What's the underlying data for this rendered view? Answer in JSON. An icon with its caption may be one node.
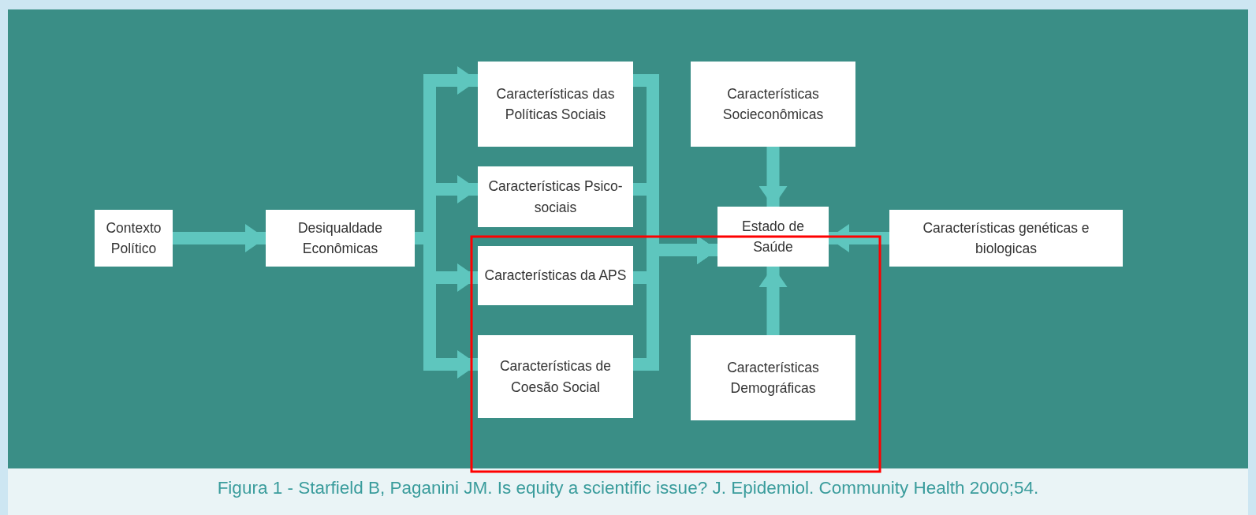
{
  "diagram": {
    "caption": "Figura  1 - Starfield B, Paganini JM. Is equity a scientific issue? J. Epidemiol. Community Health 2000;54.",
    "nodes": [
      {
        "text": [
          "Contexto Político"
        ]
      },
      {
        "text": [
          "Desiqualdade Econômicas"
        ]
      },
      {
        "text": [
          "Características das Políticas Sociais"
        ]
      },
      {
        "text": [
          "Características Psico-sociais"
        ]
      },
      {
        "text": [
          "Características da APS"
        ]
      },
      {
        "text": [
          "Características de Coesão Social"
        ]
      },
      {
        "text": [
          "Características Socieconômicas"
        ]
      },
      {
        "text": [
          "Estado de Saúde"
        ]
      },
      {
        "text": [
          "Características genéticas e biologicas"
        ]
      },
      {
        "text": [
          "Características Demográficas"
        ]
      }
    ],
    "edges": [
      {
        "from": 0,
        "to": 1,
        "arrow": "to"
      },
      {
        "from": 1,
        "to": 2,
        "arrow": "to"
      },
      {
        "from": 1,
        "to": 3,
        "arrow": "to"
      },
      {
        "from": 1,
        "to": 4,
        "arrow": "to"
      },
      {
        "from": 1,
        "to": 5,
        "arrow": "to"
      },
      {
        "from": 2,
        "to": 7,
        "arrow": "to"
      },
      {
        "from": 3,
        "to": 7,
        "arrow": "to"
      },
      {
        "from": 4,
        "to": 7,
        "arrow": "to"
      },
      {
        "from": 5,
        "to": 7,
        "arrow": "to"
      },
      {
        "from": 6,
        "to": 7,
        "arrow": "to"
      },
      {
        "from": 9,
        "to": 7,
        "arrow": "to"
      },
      {
        "from": 8,
        "to": 7,
        "arrow": "to"
      }
    ]
  }
}
